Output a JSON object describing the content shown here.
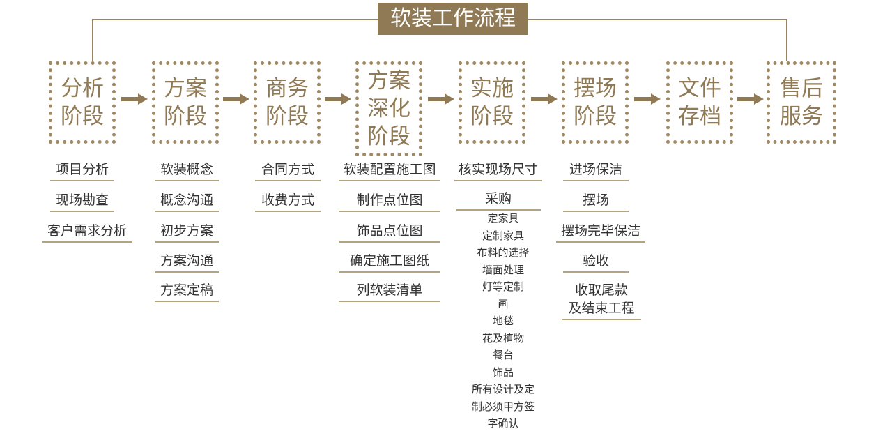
{
  "title": "软装工作流程",
  "colors": {
    "accent": "#8f7a55",
    "dotted_border": "#a08a63",
    "underline": "#b3a47f",
    "text": "#333333"
  },
  "stages": [
    {
      "lines": [
        "分析",
        "阶段"
      ]
    },
    {
      "lines": [
        "方案",
        "阶段"
      ]
    },
    {
      "lines": [
        "商务",
        "阶段"
      ]
    },
    {
      "lines": [
        "方案",
        "深化",
        "阶段"
      ]
    },
    {
      "lines": [
        "实施",
        "阶段"
      ]
    },
    {
      "lines": [
        "摆场",
        "阶段"
      ]
    },
    {
      "lines": [
        "文件",
        "存档"
      ]
    },
    {
      "lines": [
        "售后",
        "服务"
      ]
    }
  ],
  "tasks": {
    "analysis": [
      "项目分析",
      "现场勘查",
      "客户需求分析"
    ],
    "scheme": [
      "软装概念",
      "概念沟通",
      "初步方案",
      "方案沟通",
      "方案定稿"
    ],
    "business": [
      "合同方式",
      "收费方式"
    ],
    "deepening": [
      "软装配置施工图",
      "制作点位图",
      "饰品点位图",
      "确定施工图纸",
      "列软装清单"
    ],
    "implementation": [
      "核实现场尺寸",
      "采购"
    ],
    "purchase_items": [
      "定家具",
      "定制家具",
      "布料的选择",
      "墙面处理",
      "灯等定制",
      "画",
      "地毯",
      "花及植物",
      "餐台",
      "饰品",
      "所有设计及定",
      "制必须甲方签",
      "字确认"
    ],
    "setup": [
      "进场保洁",
      "摆场",
      "摆场完毕保洁",
      "验收"
    ],
    "setup_last": [
      "收取尾款",
      "及结束工程"
    ]
  }
}
